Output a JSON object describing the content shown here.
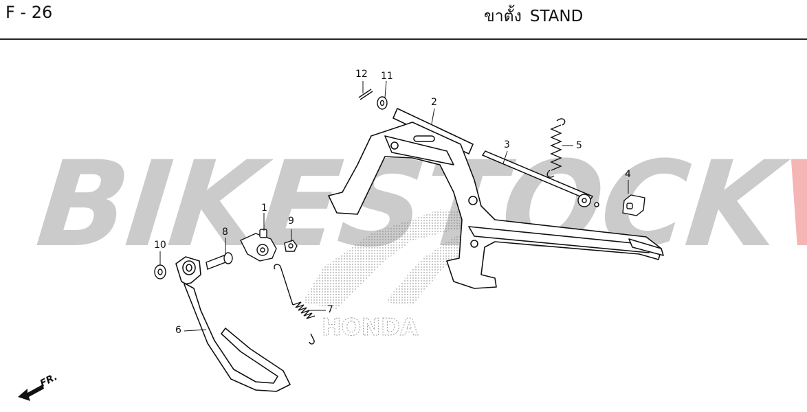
{
  "header": {
    "page_code": "F - 26",
    "title_thai": "ขาตั้ง",
    "title_en": "STAND"
  },
  "watermark": {
    "text_main": "BIKESTOCK",
    "text_accent": "VN",
    "accent_color": "#ec7878"
  },
  "emblem": {
    "text": "HONDA"
  },
  "callouts": [
    "1",
    "2",
    "3",
    "4",
    "5",
    "6",
    "7",
    "8",
    "9",
    "10",
    "11",
    "12"
  ],
  "direction": {
    "label": "FR."
  }
}
